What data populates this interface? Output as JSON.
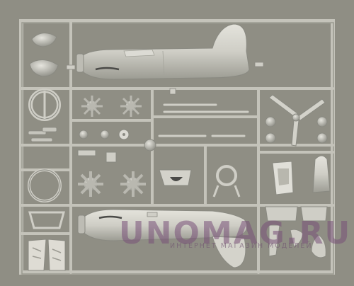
{
  "photo": {
    "subject": "model-kit-sprue",
    "colors": {
      "background": "#8f8e84",
      "plastic": "#c9c8bf",
      "plastic_shadow": "#9fa096",
      "plastic_highlight": "#e2e1da"
    }
  },
  "watermark": {
    "brand": "UNOMAG.RU",
    "tagline": "ИНТЕРНЕТ МАГАЗИН МОДЕЛЕЙ"
  }
}
